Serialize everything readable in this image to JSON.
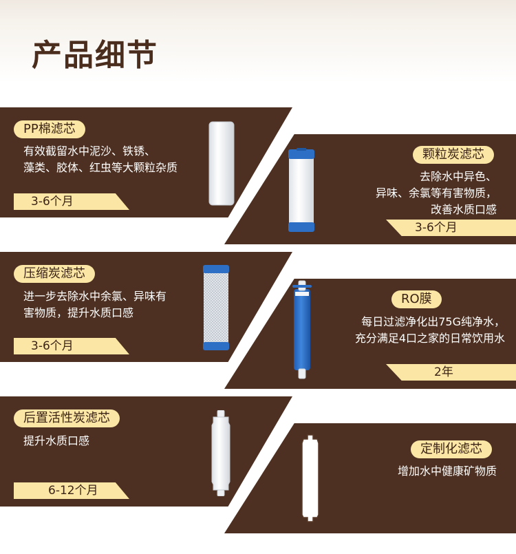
{
  "page": {
    "title": "产品细节"
  },
  "filters": [
    {
      "name": "PP棉滤芯",
      "desc": [
        "有效截留水中泥沙、铁锈、",
        "藻类、胶体、红虫等大颗粒杂质"
      ],
      "period": "3-6个月",
      "icon": "pp-cotton-filter-icon"
    },
    {
      "name": "颗粒炭滤芯",
      "desc": [
        "去除水中异色、",
        "异味、余氯等有害物质，",
        "改善水质口感"
      ],
      "period": "3-6个月",
      "icon": "granular-carbon-filter-icon"
    },
    {
      "name": "压缩炭滤芯",
      "desc": [
        "进一步去除水中余氯、异味有",
        "害物质，提升水质口感"
      ],
      "period": "3-6个月",
      "icon": "compressed-carbon-filter-icon"
    },
    {
      "name": "RO膜",
      "desc": [
        "每日过滤净化出75G纯净水，",
        "充分满足4口之家的日常饮用水"
      ],
      "period": "2年",
      "icon": "ro-membrane-icon"
    },
    {
      "name": "后置活性炭滤芯",
      "desc": [
        "提升水质口感"
      ],
      "period": "6-12个月",
      "icon": "post-carbon-filter-icon"
    },
    {
      "name": "定制化滤芯",
      "desc": [
        "增加水中健康矿物质"
      ],
      "icon": "custom-filter-outline-icon"
    }
  ],
  "colors": {
    "panel": "#4d3021",
    "label": "#fbe6a6",
    "title": "#4a2d1d",
    "filter_blue": "#2c6fc4"
  }
}
